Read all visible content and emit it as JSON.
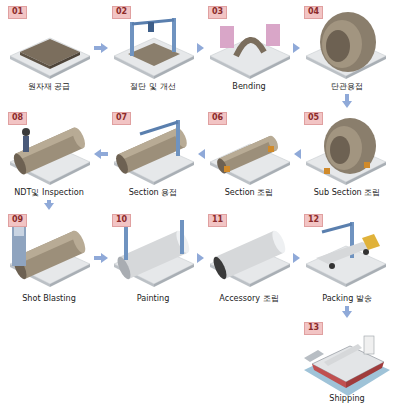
{
  "diagram": {
    "nodes": [
      {
        "text": [
          "01",
          "원자재 공급"
        ]
      },
      {
        "text": [
          "02",
          "절단 및 개선"
        ]
      },
      {
        "text": [
          "03",
          "Bending"
        ]
      },
      {
        "text": [
          "04",
          "단관용접"
        ]
      },
      {
        "text": [
          "05",
          "Sub Section 조립"
        ]
      },
      {
        "text": [
          "06",
          "Section 조립"
        ]
      },
      {
        "text": [
          "07",
          "Section 용접"
        ]
      },
      {
        "text": [
          "08",
          "NDT및 Inspection"
        ]
      },
      {
        "text": [
          "09",
          "Shot Blasting"
        ]
      },
      {
        "text": [
          "10",
          "Painting"
        ]
      },
      {
        "text": [
          "11",
          "Accessory 조립"
        ]
      },
      {
        "text": [
          "12",
          "Packing 발송"
        ]
      },
      {
        "text": [
          "13",
          "Shipping"
        ]
      }
    ],
    "edges": [
      {
        "from": 0,
        "to": 1,
        "arrow": "to"
      },
      {
        "from": 1,
        "to": 2,
        "arrow": "to"
      },
      {
        "from": 2,
        "to": 3,
        "arrow": "to"
      },
      {
        "from": 3,
        "to": 4,
        "arrow": "to"
      },
      {
        "from": 4,
        "to": 5,
        "arrow": "to"
      },
      {
        "from": 5,
        "to": 6,
        "arrow": "to"
      },
      {
        "from": 6,
        "to": 7,
        "arrow": "to"
      },
      {
        "from": 7,
        "to": 8,
        "arrow": "to"
      },
      {
        "from": 8,
        "to": 9,
        "arrow": "to"
      },
      {
        "from": 9,
        "to": 10,
        "arrow": "to"
      },
      {
        "from": 10,
        "to": 11,
        "arrow": "to"
      },
      {
        "from": 11,
        "to": 12,
        "arrow": "to"
      }
    ]
  }
}
